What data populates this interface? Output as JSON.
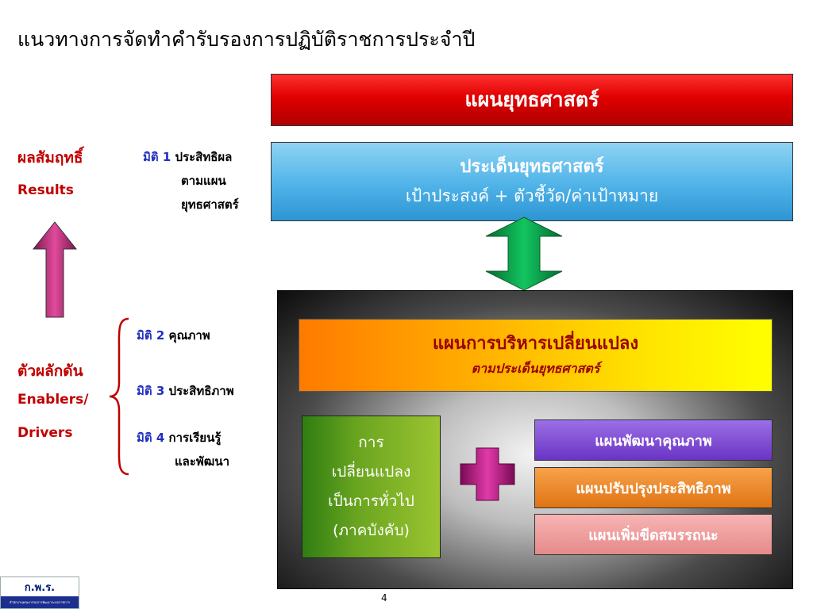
{
  "title": "แนวทางการจัดทำคำรับรองการปฏิบัติราชการประจำปี",
  "strategic_plan": "แผนยุทธศาสตร์",
  "strategic_issue": {
    "line1": "ประเด็นยุทธศาสตร์",
    "line2": "เป้าประสงค์ + ตัวชี้วัด/ค่าเป้าหมาย"
  },
  "change_plan": {
    "line1": "แผนการบริหารเปลี่ยนแปลง",
    "line2": "ตามประเด็นยุทธศาสตร์"
  },
  "general_change": {
    "line1": "การ",
    "line2": "เปลี่ยนแปลง",
    "line3": "เป็นการทั่วไป",
    "line4": "(ภาคบังคับ)"
  },
  "plans": {
    "quality": "แผนพัฒนาคุณภาพ",
    "efficiency": "แผนปรับปรุงประสิทธิภาพ",
    "capacity": "แผนเพิ่มขีดสมรรถนะ"
  },
  "results": {
    "thai": "ผลสัมฤทธิ์",
    "english": "Results"
  },
  "enablers": {
    "thai": "ตัวผลักดัน",
    "english1": "Enablers/",
    "english2": "Drivers"
  },
  "dimensions": {
    "dim1": {
      "label": "มิติ",
      "num": "1",
      "text1": "ประสิทธิผล",
      "text2": "ตามแผน",
      "text3": "ยุทธศาสตร์"
    },
    "dim2": {
      "label": "มิติ",
      "num": "2",
      "text1": "คุณภาพ"
    },
    "dim3": {
      "label": "มิติ",
      "num": "3",
      "text1": "ประสิทธิภาพ"
    },
    "dim4": {
      "label": "มิติ",
      "num": "4",
      "text1": "การเรียนรู้",
      "text2": "และพัฒนา"
    }
  },
  "logo": {
    "name": "ก.พ.ร.",
    "subtitle": "สำนักงานคณะกรรมการพัฒนาระบบราชการ"
  },
  "page_number": "4",
  "colors": {
    "title_red": "#c00000",
    "dimension_blue": "#1f2fbf",
    "up_arrow": "#c0307a",
    "double_arrow": "#0aa84a",
    "plus": "#c0188a"
  },
  "icons": [
    "up-arrow-icon",
    "double-arrow-icon",
    "plus-icon",
    "brace-icon"
  ]
}
